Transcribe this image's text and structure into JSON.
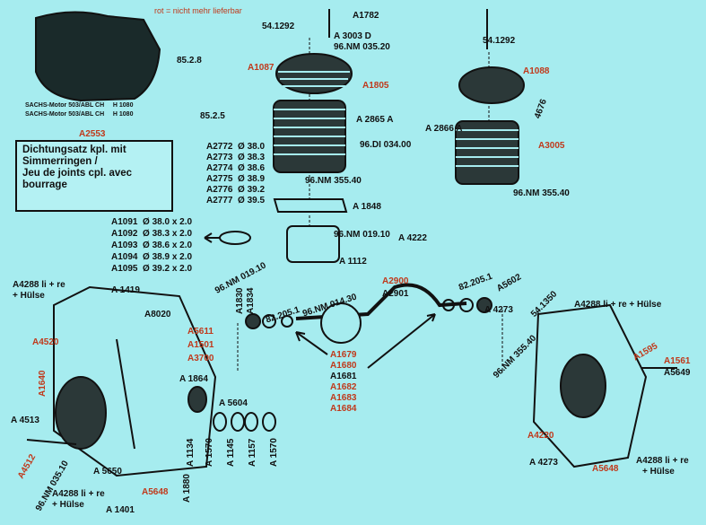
{
  "note": "rot = nicht mehr lieferbar",
  "sachs": [
    {
      "name": "SACHS-Motor 503/ABL CH",
      "code": "H 1080"
    },
    {
      "name": "SACHS-Motor 503/ABL CH",
      "code": "H 1080"
    }
  ],
  "dichtung": {
    "code": "A2553",
    "lines": [
      "Dichtungsatz kpl. mit",
      "Simmerringen /",
      "Jeu de joints cpl. avec",
      "bourrage"
    ]
  },
  "pistons": [
    {
      "code": "A2772",
      "size": "Ø 38.0"
    },
    {
      "code": "A2773",
      "size": "Ø 38.3"
    },
    {
      "code": "A2774",
      "size": "Ø 38.6"
    },
    {
      "code": "A2775",
      "size": "Ø 38.9"
    },
    {
      "code": "A2776",
      "size": "Ø 39.2"
    },
    {
      "code": "A2777",
      "size": "Ø 39.5"
    }
  ],
  "rings": [
    {
      "code": "A1091",
      "size": "Ø 38.0 x 2.0"
    },
    {
      "code": "A1092",
      "size": "Ø 38.3 x 2.0"
    },
    {
      "code": "A1093",
      "size": "Ø 38.6 x 2.0"
    },
    {
      "code": "A1094",
      "size": "Ø 38.9 x 2.0"
    },
    {
      "code": "A1095",
      "size": "Ø 39.2 x 2.0"
    }
  ],
  "crank_codes": [
    {
      "code": "A1679",
      "red": true
    },
    {
      "code": "A1680",
      "red": true
    },
    {
      "code": "A1681",
      "red": false
    },
    {
      "code": "A1682",
      "red": true
    },
    {
      "code": "A1683",
      "red": true
    },
    {
      "code": "A1684",
      "red": true
    }
  ],
  "labels": {
    "a1782": "A1782",
    "n54_1292_a": "54.1292",
    "a3003": "A 3003  D",
    "n96_035_20": "96.NM 035.20",
    "a1087": "A1087",
    "a1805": "A1805",
    "n85_2_8": "85.2.8",
    "n85_2_5": "85.2.5",
    "a2865": "A 2865  A",
    "n96_di": "96.DI 034.00",
    "n96_355_40_a": "96.NM 355.40",
    "a1848": "A 1848",
    "n96_019_10_a": "96.NM 019.10",
    "n96_019_10_b": "96.NM 019.10",
    "a4222": "A 4222",
    "a1112": "A 1112",
    "n54_1292_b": "54.1292",
    "a1088": "A1088",
    "n4676": "4676",
    "a2866": "A 2866  A",
    "a3005": "A3005",
    "n96_355_40_b": "96.NM 355.40",
    "a4288_l": "A4288 li + re",
    "huelse_l": "+ Hülse",
    "a1419": "A  1419",
    "a8020": "A8020",
    "a1830": "A1830",
    "a1834": "A1834",
    "n82_205_1_a": "82.205.1",
    "n96_014_30": "96.NM 014.30",
    "a2900": "A2900",
    "a2901": "A2901",
    "n82_205_1_b": "82.205.1",
    "a5602": "A5602",
    "a4273_a": "A 4273",
    "n54_1350": "54.1350",
    "a4288_r": "A4288 li + re + Hülse",
    "a4520": "A4520",
    "a5611": "A5611",
    "a1501": "A1501",
    "a3700": "A3700",
    "a1640": "A1640",
    "a1864": "A 1864",
    "a5604": "A 5604",
    "n96_355_40_c": "96.NM 355.40",
    "a1595": "A1595",
    "a1561": "A1561",
    "a5649": "A5649",
    "a4513": "A 4513",
    "a4512": "A4512",
    "n96_035_10": "96.NM 035.10",
    "a5650": "A 5650",
    "a1134": "A 1134",
    "a1570_a": "A 1570",
    "a1145": "A 1145",
    "a1157": "A 1157",
    "a1570_b": "A 1570",
    "a4288_b": "A4288 li + re",
    "huelse_b": "+ Hülse",
    "a1401": "A  1401",
    "a5648_l": "A5648",
    "a1880": "A 1880",
    "a4220": "A4220",
    "a4273_b": "A 4273",
    "a5648_r": "A5648",
    "a4288_br": "A4288 li + re",
    "huelse_br": "+ Hülse"
  }
}
